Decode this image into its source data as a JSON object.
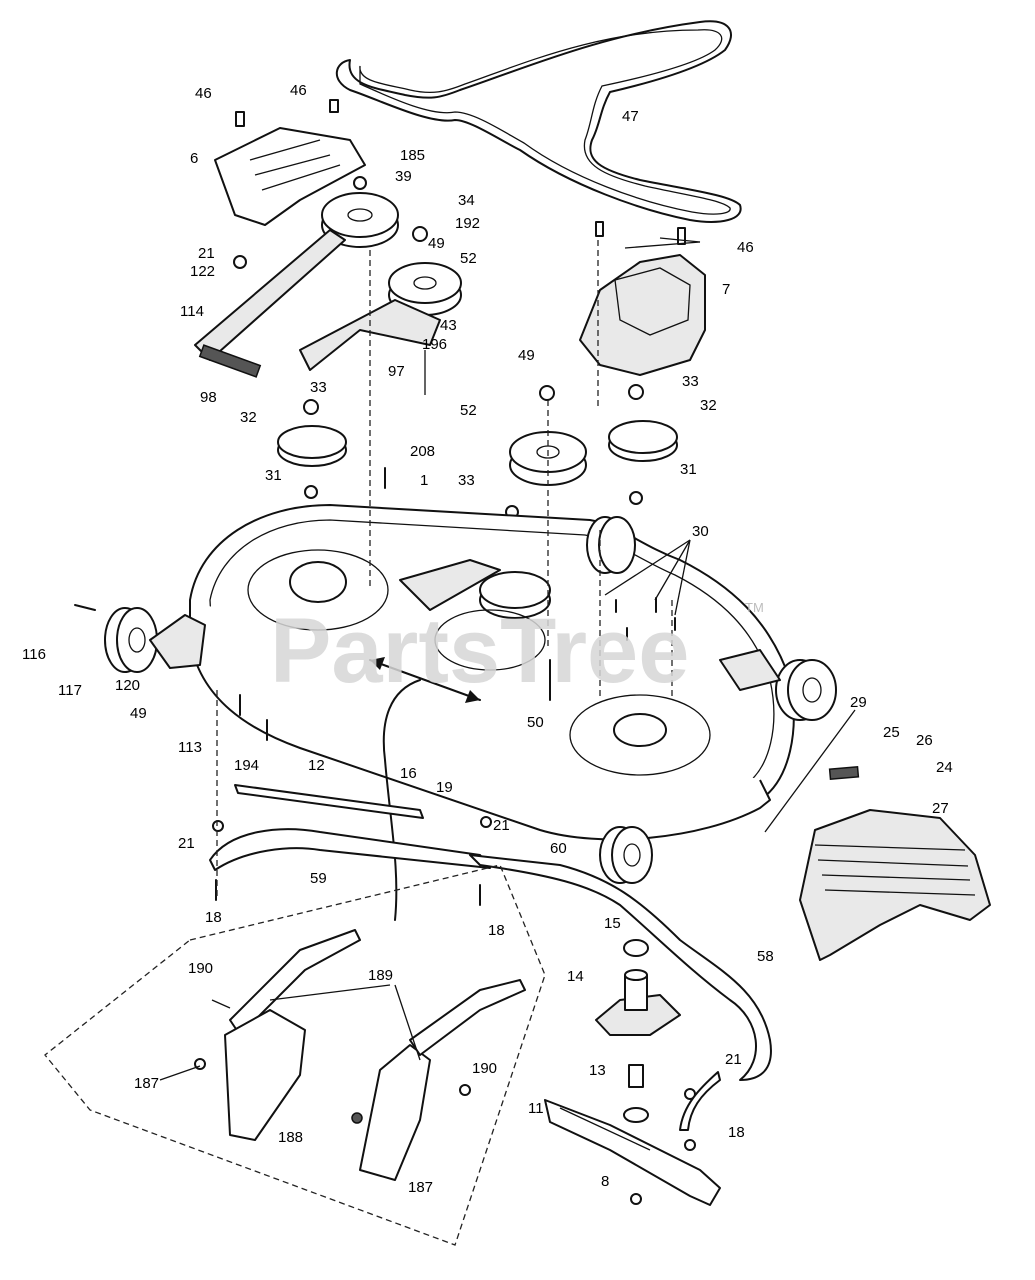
{
  "watermark": {
    "text": "PartsTree",
    "trademark": "TM"
  },
  "callouts": [
    "46",
    "46",
    "6",
    "185",
    "39",
    "34",
    "192",
    "49",
    "52",
    "47",
    "46",
    "7",
    "21",
    "122",
    "114",
    "43",
    "196",
    "98",
    "97",
    "49",
    "33",
    "33",
    "52",
    "32",
    "32",
    "208",
    "31",
    "1",
    "33",
    "31",
    "30",
    "116",
    "117",
    "120",
    "49",
    "113",
    "50",
    "29",
    "194",
    "12",
    "16",
    "19",
    "21",
    "25",
    "26",
    "24",
    "27",
    "21",
    "59",
    "60",
    "18",
    "18",
    "15",
    "58",
    "14",
    "190",
    "189",
    "187",
    "190",
    "188",
    "187",
    "13",
    "21",
    "11",
    "18",
    "8"
  ]
}
